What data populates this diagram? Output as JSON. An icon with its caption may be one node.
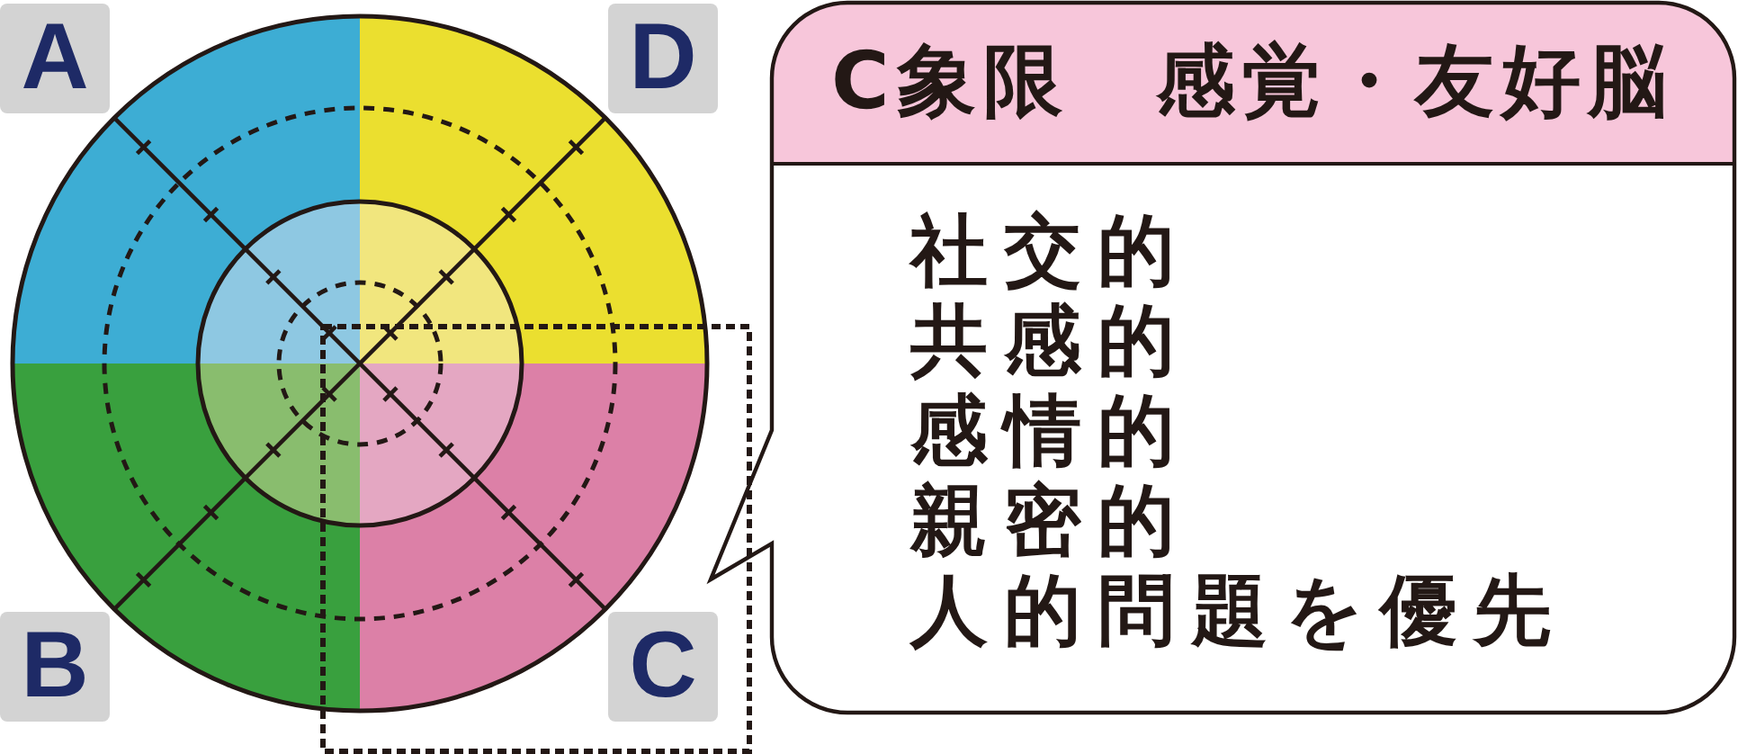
{
  "diagram": {
    "nodes": [
      {
        "text": [
          "A"
        ]
      },
      {
        "text": [
          "D"
        ]
      },
      {
        "text": [
          "C象限　感覚・友好脳",
          "社交的",
          "共感的",
          "感情的",
          "親密的",
          "人的問題を優先"
        ]
      },
      {
        "text": [
          "B"
        ]
      },
      {
        "text": [
          "C"
        ]
      }
    ]
  }
}
